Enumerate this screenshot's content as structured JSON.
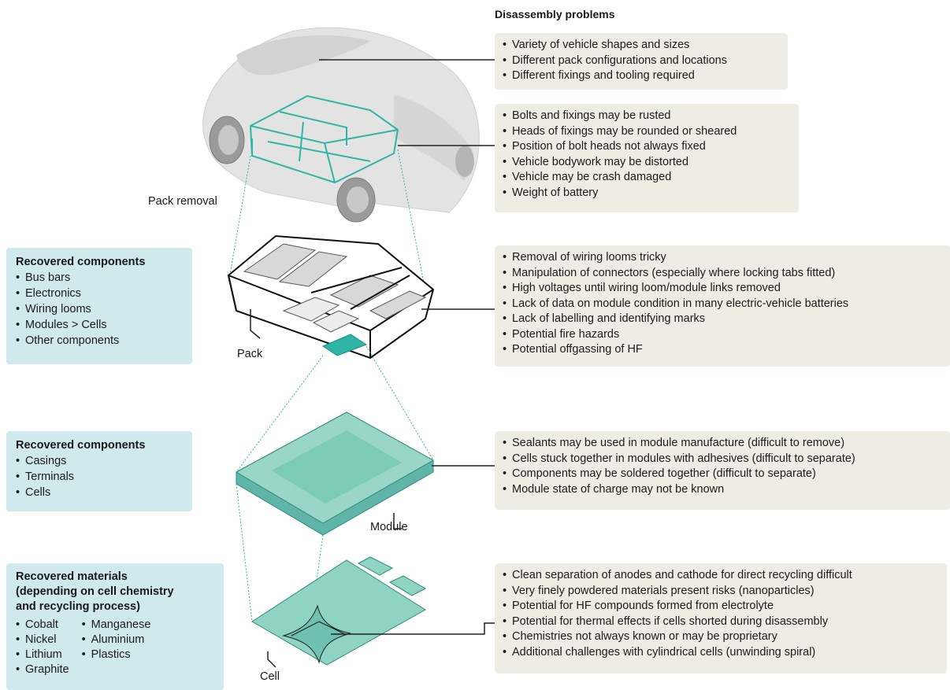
{
  "heading": "Disassembly problems",
  "labels": {
    "pack_removal": "Pack removal",
    "pack": "Pack",
    "module": "Module",
    "cell": "Cell"
  },
  "problems": {
    "vehicle": [
      "Variety of vehicle shapes and sizes",
      "Different pack configurations and locations",
      "Different fixings and tooling required"
    ],
    "pack_removal": [
      "Bolts and fixings may be rusted",
      "Heads of fixings may be rounded or sheared",
      "Position of bolt heads not always fixed",
      "Vehicle bodywork may be distorted",
      "Vehicle may be crash damaged",
      "Weight of battery"
    ],
    "pack": [
      "Removal of wiring looms tricky",
      "Manipulation of connectors (especially where locking tabs fitted)",
      "High voltages until wiring loom/module links removed",
      "Lack of data on module condition in many electric-vehicle batteries",
      "Lack of labelling and identifying marks",
      "Potential fire hazards",
      "Potential offgassing of HF"
    ],
    "module": [
      "Sealants may be used in module manufacture (difficult to remove)",
      "Cells stuck together in modules with adhesives (difficult to separate)",
      "Components may be soldered together (difficult to separate)",
      "Module state of charge may not be known"
    ],
    "cell": [
      "Clean separation of anodes and cathode for direct recycling difficult",
      "Very finely powdered materials present risks (nanoparticles)",
      "Potential for HF compounds formed from electrolyte",
      "Potential for thermal effects if cells shorted during disassembly",
      "Chemistries not always known or may be proprietary",
      "Additional challenges with cylindrical cells (unwinding spiral)"
    ]
  },
  "recovered": {
    "pack": {
      "title": "Recovered components",
      "items": [
        "Bus bars",
        "Electronics",
        "Wiring looms",
        "Modules > Cells",
        "Other components"
      ]
    },
    "module": {
      "title": "Recovered components",
      "items": [
        "Casings",
        "Terminals",
        "Cells"
      ]
    },
    "cell": {
      "title_lines": [
        "Recovered materials",
        "(depending on cell chemistry",
        "and recycling process)"
      ],
      "col1": [
        "Cobalt",
        "Nickel",
        "Lithium",
        "Graphite"
      ],
      "col2": [
        "Manganese",
        "Aluminium",
        "Plastics"
      ]
    }
  },
  "colors": {
    "teal": "#2fb5a6",
    "teal_fill": "#8fd3c4",
    "box_tan": "#eeede4",
    "box_blue": "#cfe9ec",
    "car_grey": "#d9d9d9"
  }
}
